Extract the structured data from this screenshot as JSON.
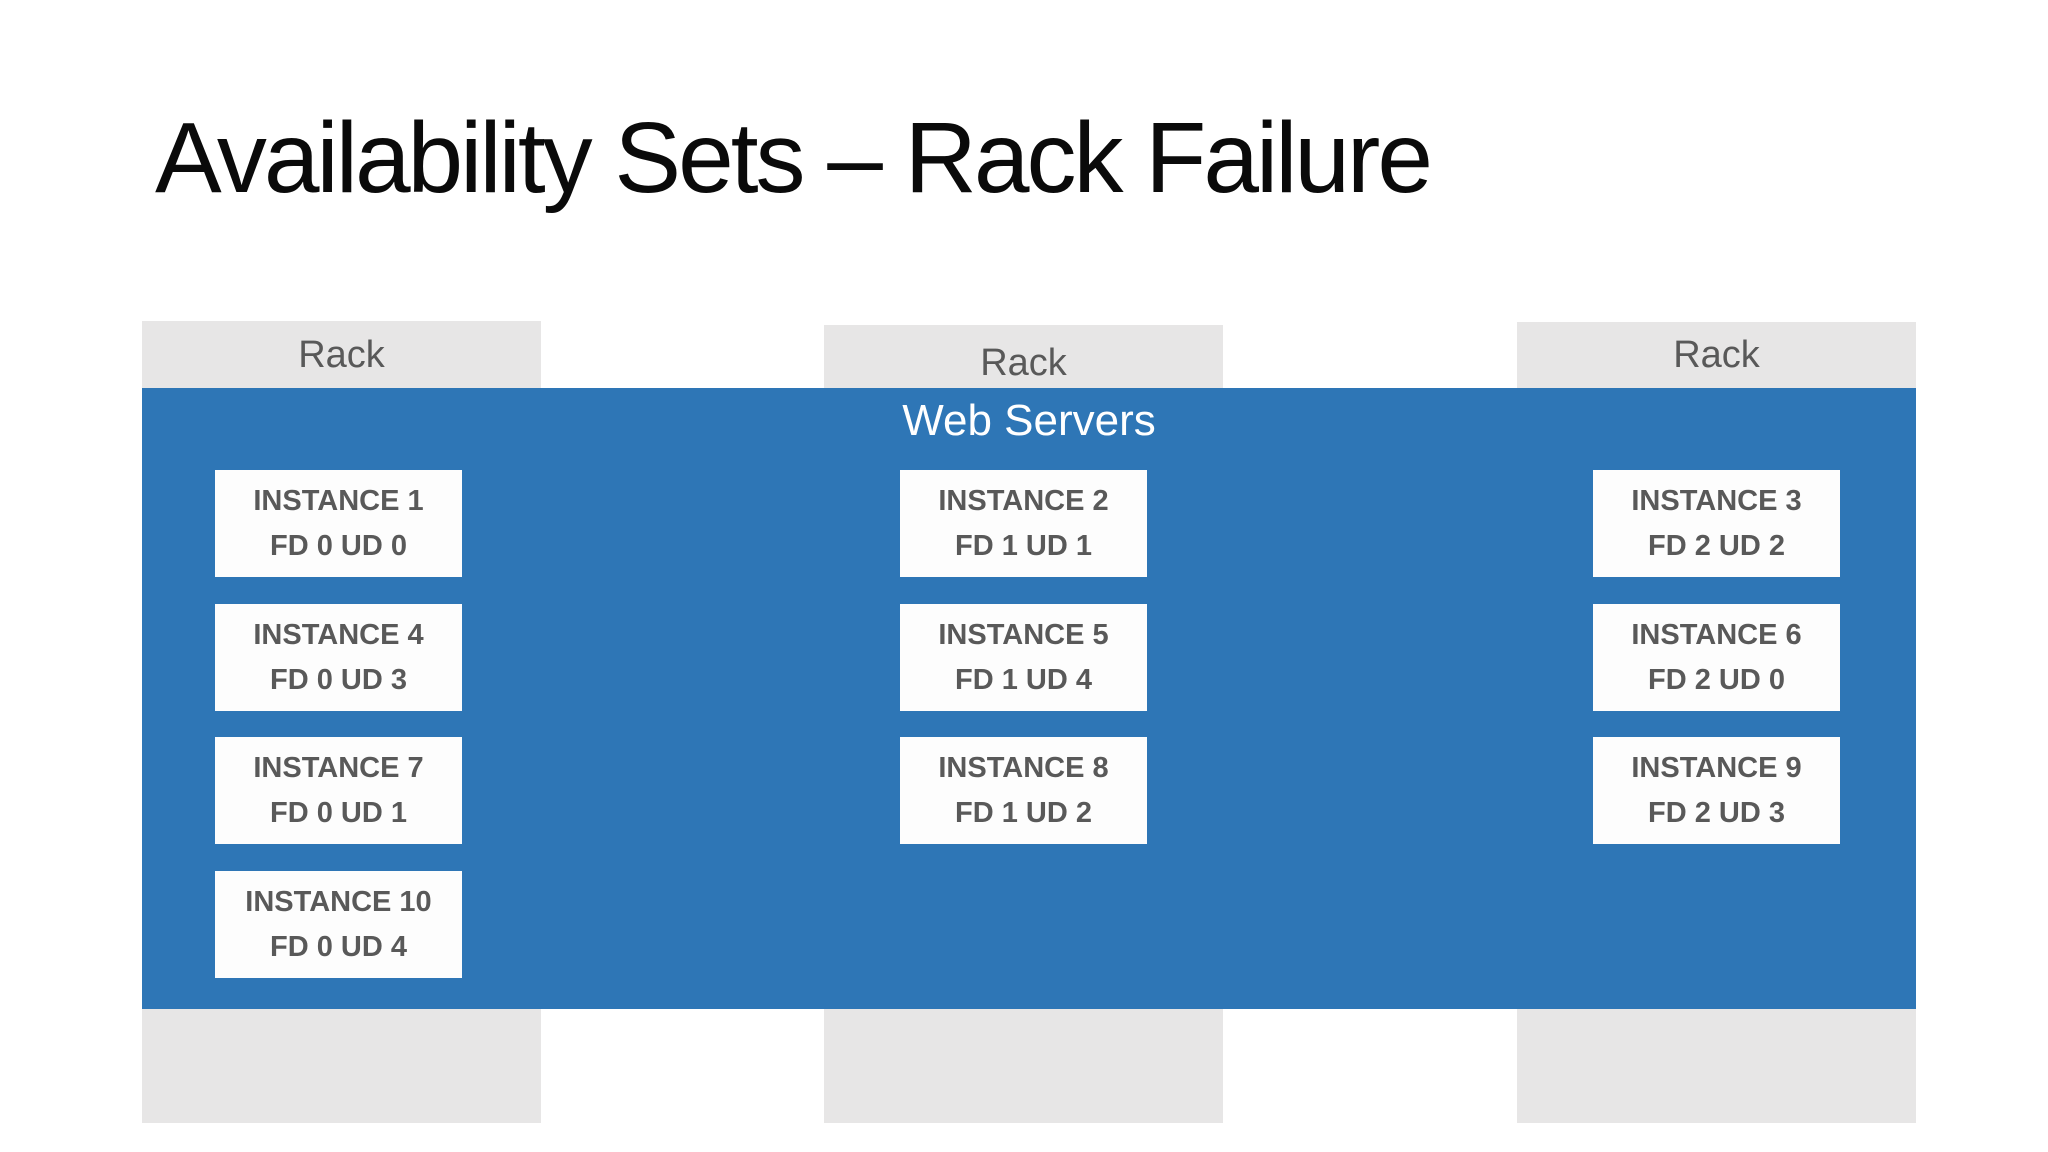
{
  "slide": {
    "title": "Availability Sets – Rack Failure",
    "web_servers_label": "Web Servers",
    "colors": {
      "band_blue": "#2e76b6",
      "rack_gray": "#e7e6e6",
      "instance_box_white": "#fdfdfd",
      "gray_text": "#595959",
      "title_black": "#0a0a0a",
      "band_label_white": "#ffffff"
    },
    "racks": [
      {
        "label": "Rack",
        "instances": [
          {
            "name": "INSTANCE 1",
            "fd_ud": "FD 0 UD 0"
          },
          {
            "name": "INSTANCE 4",
            "fd_ud": "FD 0 UD 3"
          },
          {
            "name": "INSTANCE 7",
            "fd_ud": "FD 0 UD 1"
          },
          {
            "name": "INSTANCE 10",
            "fd_ud": "FD 0 UD 4"
          }
        ]
      },
      {
        "label": "Rack",
        "instances": [
          {
            "name": "INSTANCE 2",
            "fd_ud": "FD 1 UD 1"
          },
          {
            "name": "INSTANCE 5",
            "fd_ud": "FD 1 UD 4"
          },
          {
            "name": "INSTANCE 8",
            "fd_ud": "FD 1 UD 2"
          }
        ]
      },
      {
        "label": "Rack",
        "instances": [
          {
            "name": "INSTANCE 3",
            "fd_ud": "FD 2 UD 2"
          },
          {
            "name": "INSTANCE 6",
            "fd_ud": "FD 2 UD 0"
          },
          {
            "name": "INSTANCE 9",
            "fd_ud": "FD 2 UD 3"
          }
        ]
      }
    ]
  }
}
